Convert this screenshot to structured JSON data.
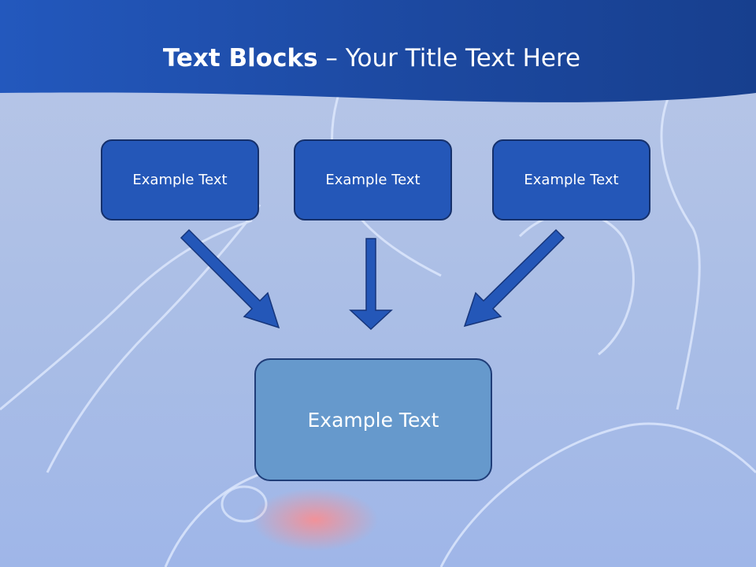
{
  "slide": {
    "title_bold": "Text Blocks",
    "title_dash": "–",
    "title_rest": "Your Title Text Here"
  },
  "blocks": {
    "top": [
      "Example Text",
      "Example Text",
      "Example Text"
    ],
    "bottom": "Example Text"
  },
  "colors": {
    "header_blue": "#1f4fa6",
    "box_fill": "#2457b8",
    "box_border": "#15306b",
    "bottom_box_fill": "#6699cc",
    "arrow_fill": "#2457b8"
  }
}
